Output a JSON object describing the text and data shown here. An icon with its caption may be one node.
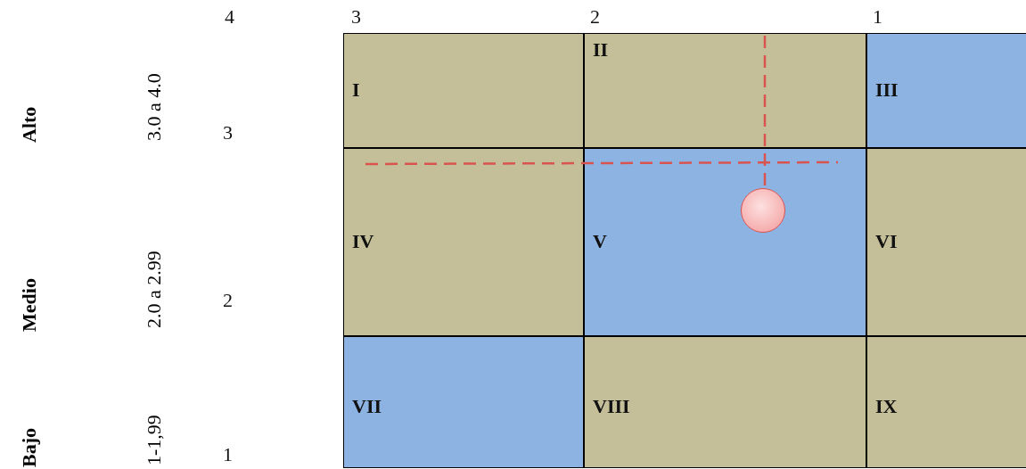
{
  "diagram": {
    "nodes": [
      {
        "text": [
          "I"
        ]
      },
      {
        "text": [
          "II"
        ]
      },
      {
        "text": [
          "III"
        ]
      },
      {
        "text": [
          "IV"
        ]
      },
      {
        "text": [
          "V"
        ]
      },
      {
        "text": [
          "VI"
        ]
      },
      {
        "text": [
          "VII"
        ]
      },
      {
        "text": [
          "VIII"
        ]
      },
      {
        "text": [
          "IX"
        ]
      },
      {
        "text": [],
        "shape": "circle",
        "in": 4
      }
    ],
    "edges": [],
    "labels": [
      "4",
      "3",
      "2",
      "1",
      "Alto",
      "3.0 a 4.0",
      "3",
      "Medio",
      "2.0 a 2.99",
      "2",
      "Bajo",
      "1-1,99",
      "1"
    ]
  }
}
